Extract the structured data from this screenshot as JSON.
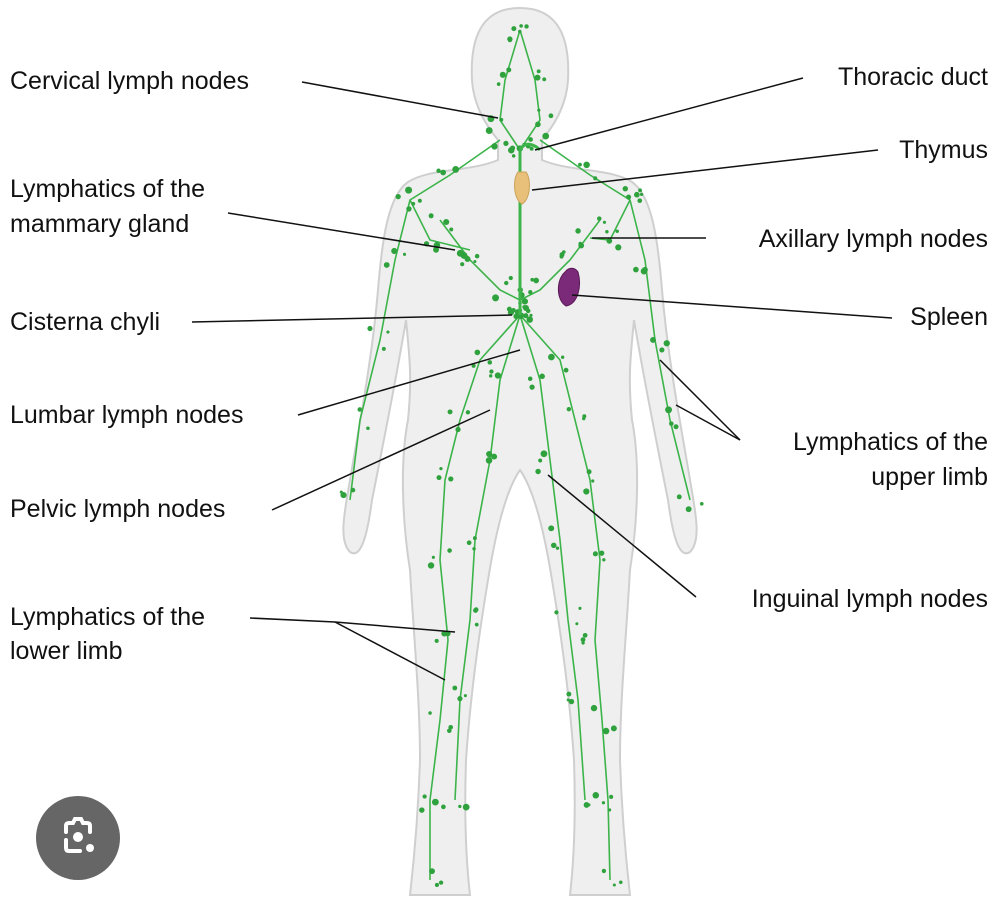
{
  "labels": {
    "cervical": "Cervical lymph nodes",
    "thoracic": "Thoracic duct",
    "thymus": "Thymus",
    "mammary_1": "Lymphatics of the",
    "mammary_2": "mammary gland",
    "axillary": "Axillary lymph nodes",
    "spleen": "Spleen",
    "cisterna": "Cisterna chyli",
    "lumbar": "Lumbar lymph nodes",
    "upper_1": "Lymphatics of the",
    "upper_2": "upper limb",
    "pelvic": "Pelvic lymph nodes",
    "inguinal": "Inguinal lymph nodes",
    "lower_1": "Lymphatics of the",
    "lower_2": "lower limb"
  },
  "colors": {
    "lymph": "#3cb44a",
    "thymus": "#e8c07a",
    "spleen": "#7a2a78",
    "body": "#ececec"
  },
  "lens_icon": "google-lens-icon"
}
